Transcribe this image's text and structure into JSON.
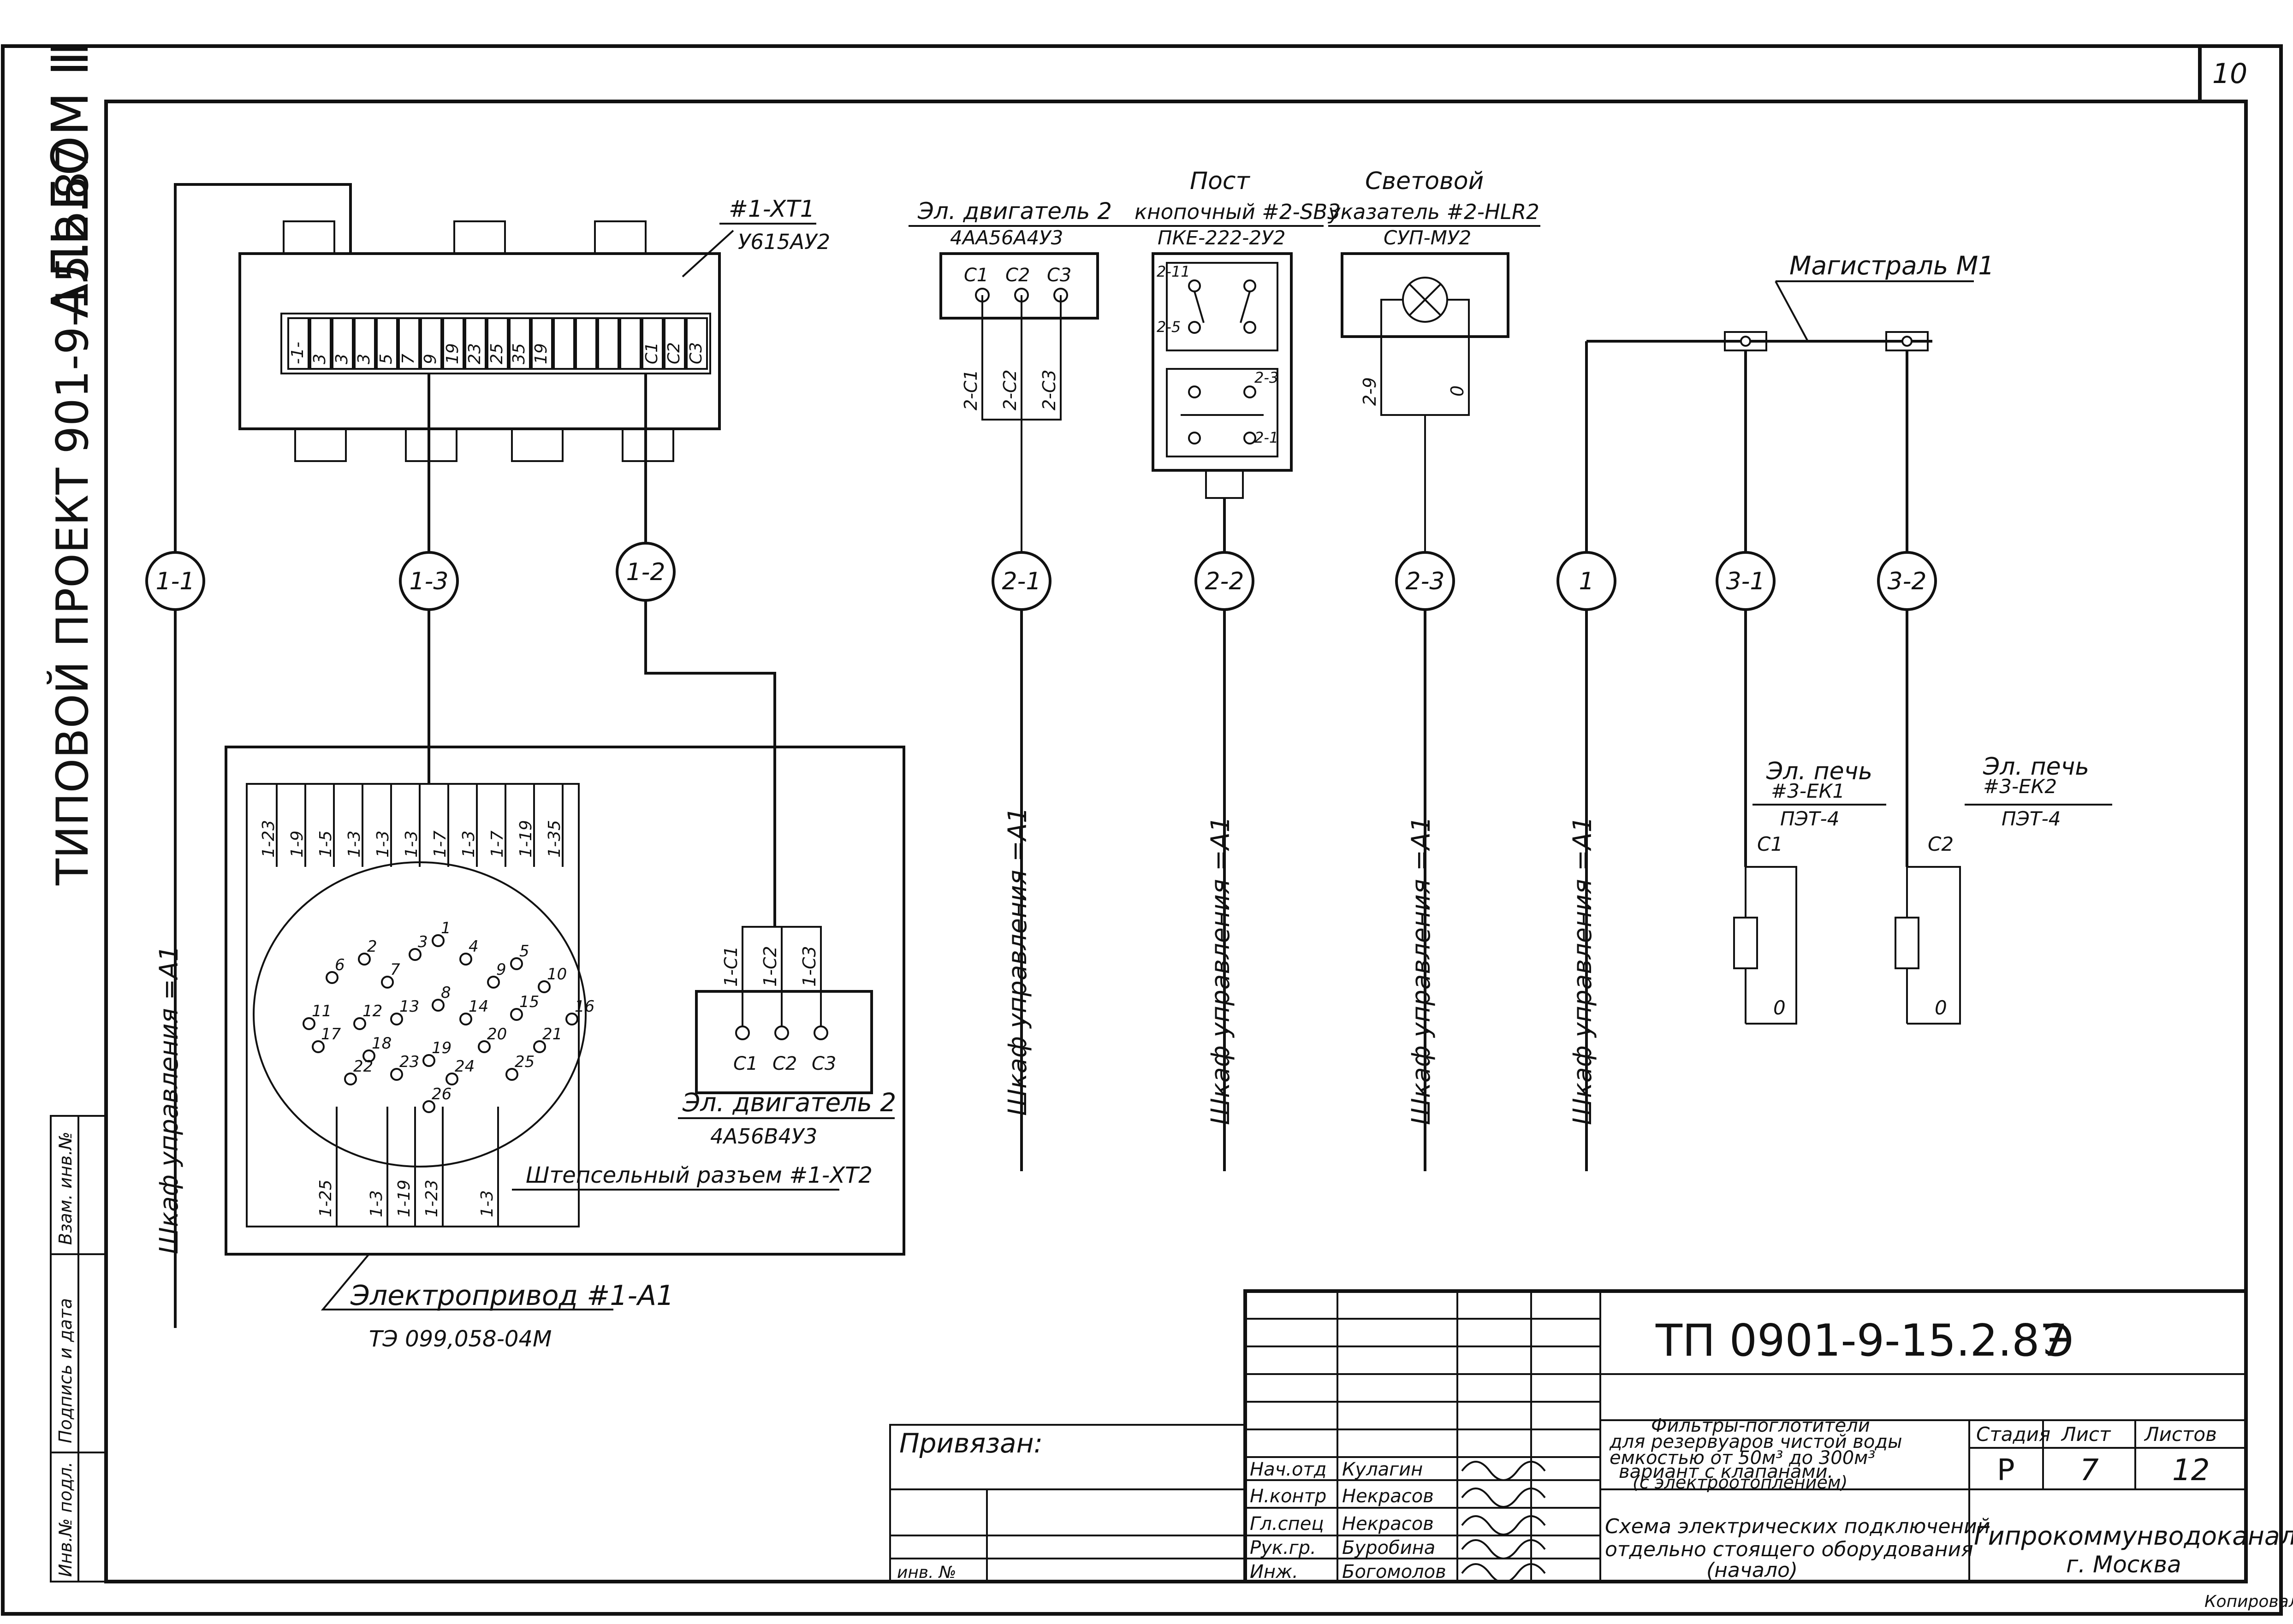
{
  "sheet_number": "10",
  "album_label": "АЛЬБОМ Ⅲ",
  "series_label": "ТИПОВОЙ ПРОЕКТ 901-9-15.2.87",
  "left_stamp": [
    "Инв.№ подл.",
    "Подпись и дата",
    "Взам. инв.№"
  ],
  "designation": "ТП 0901-9-15.2.87",
  "doc_type": "Э",
  "bound_label": "Привязан:",
  "inv_label": "инв. №",
  "object_title_lines": [
    "Фильтры-поглотители",
    "для резервуаров чистой воды",
    "емкостью от 50м³ до 300м³",
    "вариант с клапанами.",
    "(с электроотоплением)"
  ],
  "sheet_title_lines": [
    "Схема электрических подключений",
    "отдельно стоящего оборудования",
    "(начало)"
  ],
  "stage_headers": [
    "Стадия",
    "Лист",
    "Листов"
  ],
  "stage_values": [
    "Р",
    "7",
    "12"
  ],
  "organization_lines": [
    "Гипрокоммунводоканал",
    "г. Москва"
  ],
  "signers": [
    {
      "role": "Нач.отд",
      "name": "Кулагин"
    },
    {
      "role": "Н.контр",
      "name": "Некрасов"
    },
    {
      "role": "Гл.спец",
      "name": "Некрасов"
    },
    {
      "role": "Рук.гр.",
      "name": "Буробина"
    },
    {
      "role": "Инж.",
      "name": "Богомолов"
    }
  ],
  "terminal_block": {
    "ref": "#1-XT1",
    "type": "У615АУ2",
    "terminals": [
      "-1-",
      "3",
      "3",
      "3",
      "5",
      "7",
      "9",
      "19",
      "23",
      "25",
      "35",
      "19",
      "",
      "",
      "",
      "",
      "C1",
      "C2",
      "C3"
    ]
  },
  "actuator": {
    "ref": "Электропривод #1-А1",
    "type": "ТЭ 099,058-04М"
  },
  "connector": {
    "ref": "Штепсельный разъем #1-ХТ2",
    "wire_labels": [
      "1-23",
      "1-9",
      "1-5",
      "1-3",
      "1-3",
      "1-3",
      "1-7",
      "1-3",
      "1-7",
      "1-19",
      "1-35"
    ],
    "bottom_labels": [
      "1-25",
      "1-3",
      "1-19",
      "1-23",
      "1-3"
    ],
    "pins": [
      "1",
      "2",
      "3",
      "4",
      "5",
      "6",
      "7",
      "8",
      "9",
      "10",
      "11",
      "12",
      "13",
      "14",
      "15",
      "16",
      "17",
      "18",
      "19",
      "20",
      "21",
      "22",
      "23",
      "24",
      "25",
      "26"
    ]
  },
  "motor_1_2": {
    "title": "Эл. двигатель 2",
    "type": "4А56В4У3",
    "wires": [
      "1-С1",
      "1-С2",
      "1-С3"
    ],
    "terminals": [
      "С1",
      "С2",
      "С3"
    ]
  },
  "motor_2_1": {
    "title": "Эл. двигатель 2",
    "type": "4АА56А4У3",
    "wires": [
      "2-С1",
      "2-С2",
      "2-С3"
    ],
    "terminals": [
      "С1",
      "С2",
      "С3"
    ]
  },
  "button_post": {
    "title": "Пост",
    "subtitle": "кнопочный #2-SB3",
    "type": "ПКЕ-222-2У2",
    "labels": [
      "2-11",
      "2-5",
      "2-3",
      "2-1"
    ]
  },
  "light": {
    "title": "Световой",
    "subtitle": "указатель #2-HLR2",
    "type": "СУП-МУ2",
    "wires": [
      "2-9",
      "0"
    ]
  },
  "bus": {
    "title": "Магистраль М1"
  },
  "heater_1": {
    "title": "Эл. печь",
    "ref": "#3-ЕК1",
    "type": "ПЭТ-4",
    "wires": [
      "С1",
      "0"
    ]
  },
  "heater_2": {
    "title": "Эл. печь",
    "ref": "#3-ЕК2",
    "type": "ПЭТ-4",
    "wires": [
      "С2",
      "0"
    ]
  },
  "cable_bubbles": [
    "1-1",
    "1-3",
    "1-2",
    "2-1",
    "2-2",
    "2-3",
    "1",
    "3-1",
    "3-2"
  ],
  "cabinet_label": "Шкаф управления =А1",
  "footer_note": "Копировал"
}
